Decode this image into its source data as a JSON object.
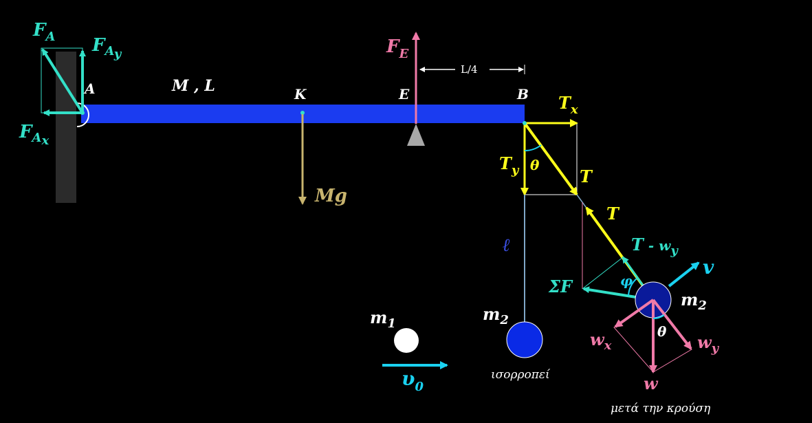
{
  "labels": {
    "fa_main": "F",
    "fa_sub": "A",
    "fay_main": "F",
    "fay_sub1": "A",
    "fay_sub2": "y",
    "fax_main": "F",
    "fax_sub1": "A",
    "fax_sub2": "x",
    "point_a": "A",
    "ml": "M , L",
    "point_k": "K",
    "mg": "Mg",
    "point_e": "E",
    "fe_main": "F",
    "fe_sub": "E",
    "dim_l4": "L/4",
    "point_b": "B",
    "tx_main": "T",
    "tx_sub": "x",
    "ty_main": "T",
    "ty_sub": "y",
    "theta_top": "θ",
    "t_top": "T",
    "t_bottom": "T",
    "ell": "ℓ",
    "t_minus_main": "T",
    "t_minus_rest": " - w",
    "t_minus_sub": "y",
    "v_label": "v",
    "sigma_f": "ΣF",
    "phi": "φ",
    "m2_right_main": "m",
    "m2_right_sub": "2",
    "theta_bottom": "θ",
    "wx_main": "w",
    "wx_sub": "x",
    "wy_main": "w",
    "wy_sub": "y",
    "w_label": "w",
    "m1_main": "m",
    "m1_sub": "1",
    "m2_left_main": "m",
    "m2_left_sub": "2",
    "v0_main": "υ",
    "v0_sub": "0",
    "isorropei": "ισορροπεί",
    "meta_krousi": "μετά την κρούση"
  },
  "colors": {
    "background": "#000000",
    "beam": "#1b3cf0",
    "wall": "#2b2b2b",
    "cyan": "#33e0c8",
    "cyan_bright": "#1ad1f0",
    "pink": "#f07aa8",
    "yellow": "#ffff1a",
    "tan": "#c8b46e",
    "white": "#ffffff",
    "ball": "#0a2ae6",
    "dark_ball": "#0a1a9a",
    "gray": "#a8a8a8",
    "string": "#7fa8c8"
  }
}
